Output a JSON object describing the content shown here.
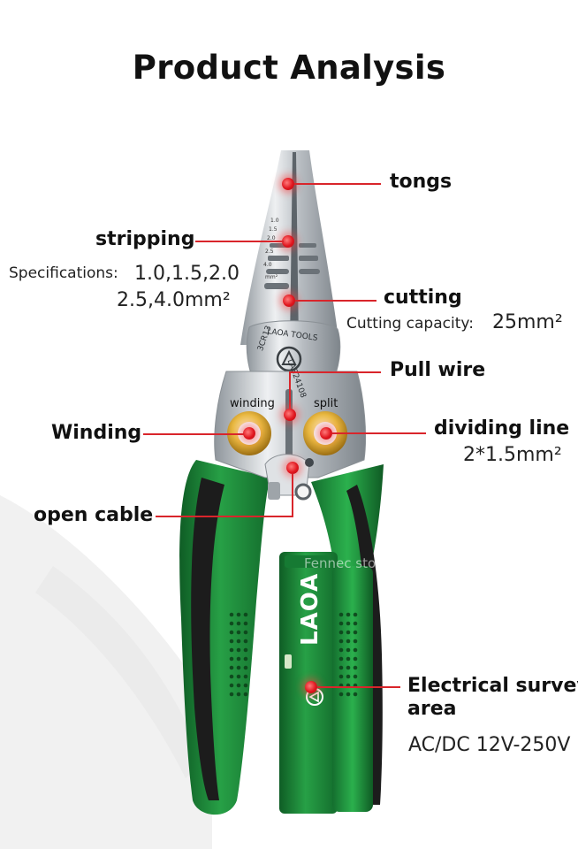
{
  "title": "Product Analysis",
  "callouts": {
    "tongs": "tongs",
    "stripping": "stripping",
    "stripping_spec_label": "Specifications:",
    "stripping_spec_line1": "1.0,1.5,2.0",
    "stripping_spec_line2": "2.5,4.0mm²",
    "cutting": "cutting",
    "cutting_spec_label": "Cutting capacity:",
    "cutting_spec_value": "25mm²",
    "pull_wire": "Pull wire",
    "winding": "Winding",
    "dividing_line": "dividing line",
    "dividing_line_spec": "2*1.5mm²",
    "open_cable": "open cable",
    "survey_line1": "Electrical survey",
    "survey_line2": "area",
    "survey_spec": "AC/DC 12V-250V"
  },
  "tool_text": {
    "brand_plate": "LAOA TOOLS",
    "model": "LA324108",
    "steel": "3CR13",
    "winding_hole": "winding",
    "split_hole": "split",
    "handle_brand": "LAOA",
    "watermark": "Fennec store",
    "gauge_marks": [
      "1.0",
      "1.5",
      "2.0",
      "2.5",
      "4.0",
      "mm²"
    ]
  },
  "colors": {
    "accent_red": "#d9252b",
    "handle_green": "#1f8a3a",
    "handle_black": "#1b1b1b",
    "steel": "#c9cdd1",
    "ring_gold": "#e3b23c"
  }
}
